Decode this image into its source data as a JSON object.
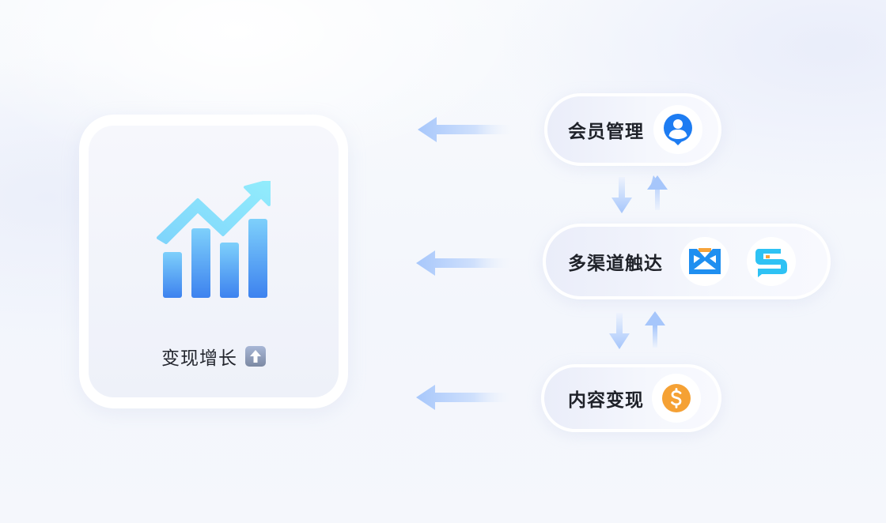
{
  "left_card": {
    "label": "变现增长",
    "chart_icon": "growth-bar-chart-icon",
    "badge_icon": "up-arrow-button-icon"
  },
  "nodes": [
    {
      "label": "会员管理",
      "icons": [
        "member-user-icon"
      ]
    },
    {
      "label": "多渠道触达",
      "icons": [
        "email-envelope-icon",
        "sms-message-icon"
      ]
    },
    {
      "label": "内容变现",
      "icons": [
        "dollar-coin-icon"
      ]
    }
  ],
  "colors": {
    "chart_blue_top": "#8ee6fb",
    "chart_blue_bottom": "#3f86f0",
    "member_blue": "#1d7cf2",
    "email_blue": "#1f8ff0",
    "email_orange": "#f6a33a",
    "sms_cyan": "#2ec2f4",
    "dollar_orange": "#f5a134",
    "arrow_blue": "#a9c9fb"
  }
}
